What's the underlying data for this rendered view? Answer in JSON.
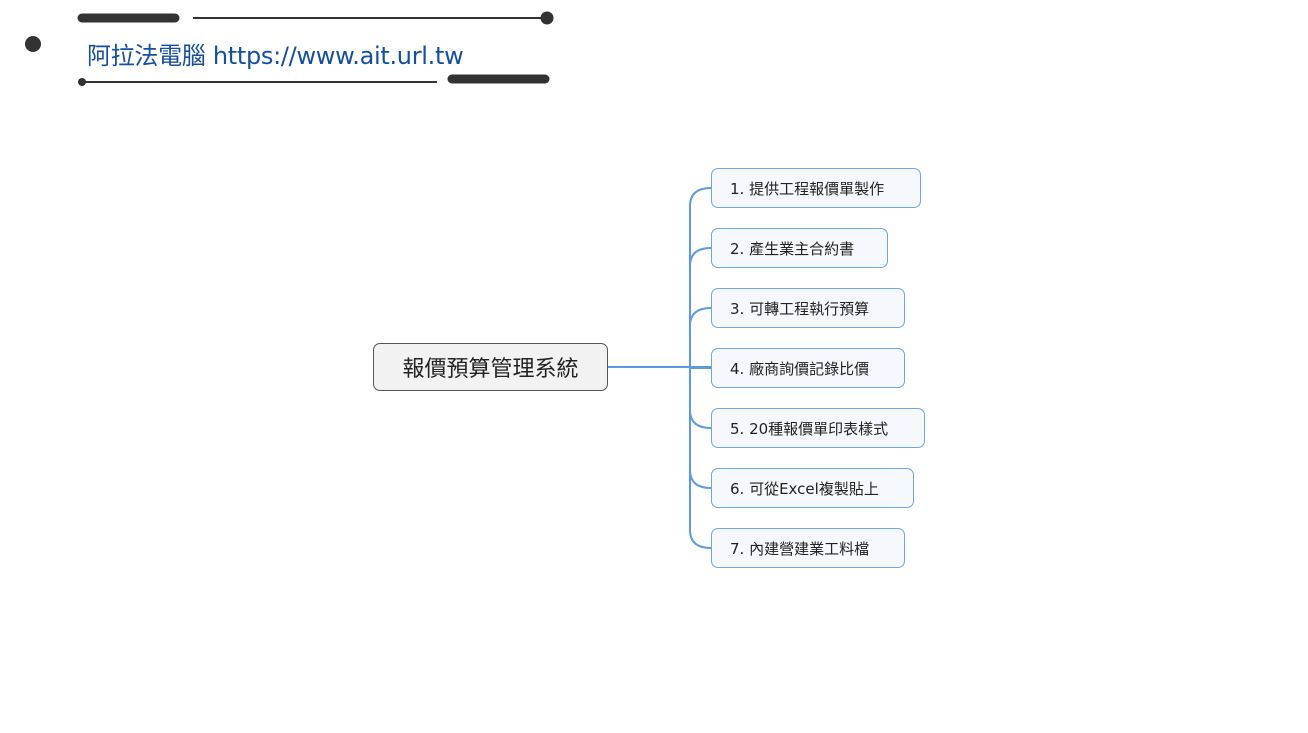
{
  "header": {
    "site_title": "阿拉法電腦 https://www.ait.url.tw"
  },
  "mindmap": {
    "root": "報價預算管理系統",
    "branches": [
      {
        "label": "1. 提供工程報價單製作"
      },
      {
        "label": "2. 產生業主合約書"
      },
      {
        "label": "3. 可轉工程執行預算"
      },
      {
        "label": "4. 廠商詢價記錄比價"
      },
      {
        "label": "5. 20種報價單印表樣式"
      },
      {
        "label": "6. 可從Excel複製貼上"
      },
      {
        "label": "7. 內建營建業工料檔"
      }
    ]
  },
  "colors": {
    "title": "#1550a0",
    "connector": "#5b9be0",
    "branch_border": "#6ea6e4",
    "root_border": "#555555",
    "decoration": "#333333"
  }
}
